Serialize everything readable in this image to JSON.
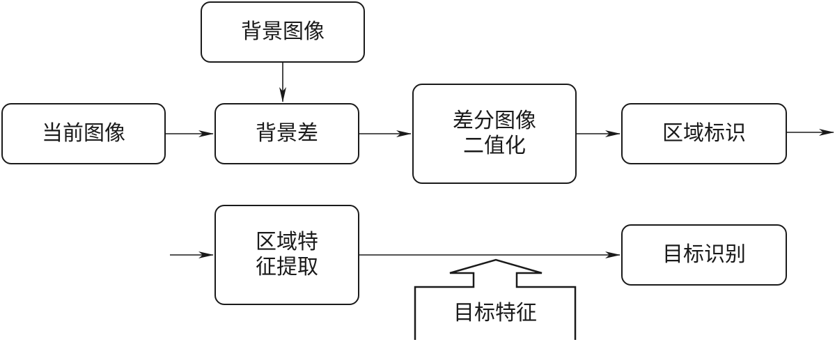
{
  "diagram": {
    "nodes": {
      "background_image": "背景图像",
      "current_image": "当前图像",
      "background_difference": "背景差",
      "difference_binarization": [
        "差分图像",
        "二值化"
      ],
      "region_labeling": "区域标识",
      "region_feature_extraction": [
        "区域特",
        "征提取"
      ],
      "target_recognition": "目标识别",
      "target_features": "目标特征"
    },
    "edges": [
      {
        "from": "background_image",
        "to": "background_difference"
      },
      {
        "from": "current_image",
        "to": "background_difference"
      },
      {
        "from": "background_difference",
        "to": "difference_binarization"
      },
      {
        "from": "difference_binarization",
        "to": "region_labeling"
      },
      {
        "from": "region_labeling",
        "to": "(continues)"
      },
      {
        "from": "(continues)",
        "to": "region_feature_extraction"
      },
      {
        "from": "region_feature_extraction",
        "to": "target_recognition"
      },
      {
        "from": "target_features",
        "to": "feature-to-recognition link",
        "style": "hollow-arrow"
      }
    ],
    "colors": {
      "stroke": "#1a1a1a",
      "background": "#ffffff"
    }
  }
}
